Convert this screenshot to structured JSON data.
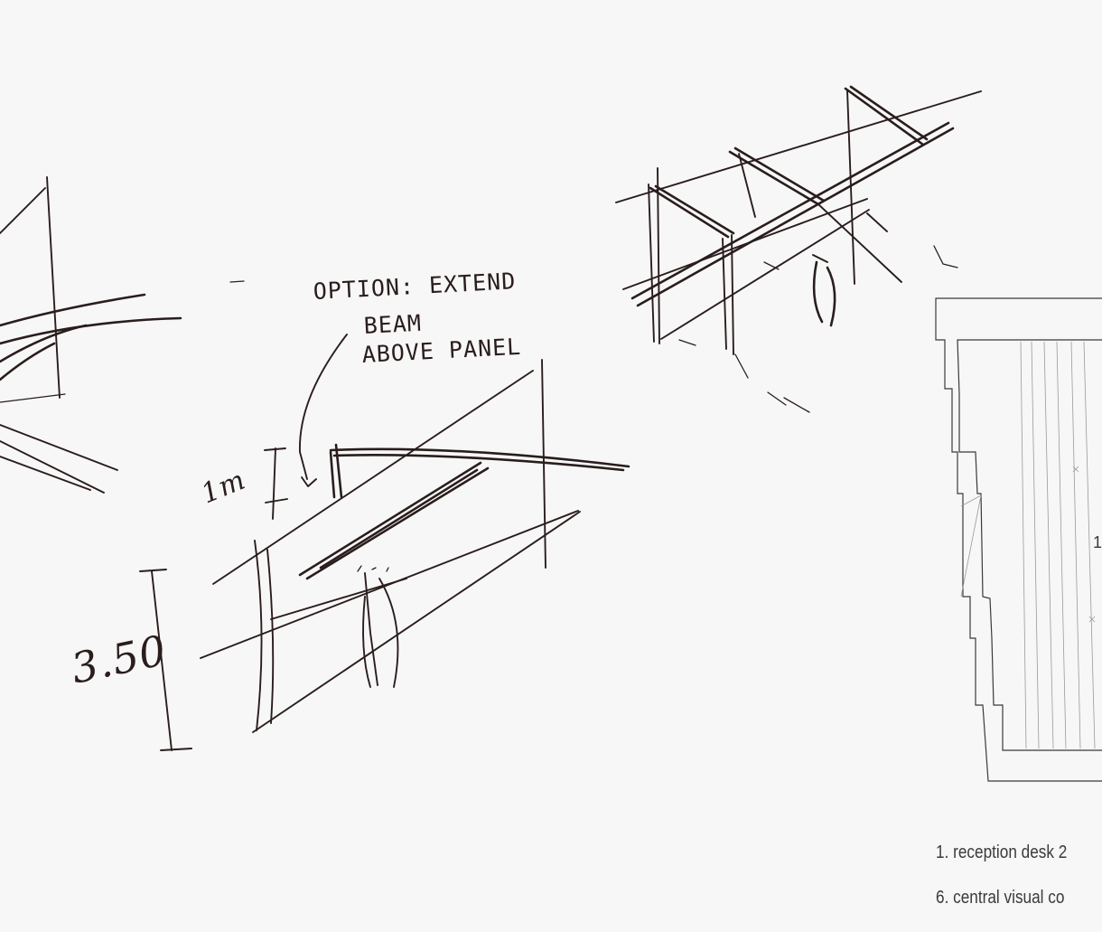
{
  "sketch": {
    "annotation": {
      "line1": "OPTION: EXTEND",
      "line2": "BEAM",
      "line3": "ABOVE PANEL"
    },
    "dimension_1m": "1m",
    "dimension_height": "3.50"
  },
  "plan": {
    "room_label": "1",
    "legend": {
      "item1": "1. reception desk  2",
      "item6": "6. central visual co"
    }
  },
  "colors": {
    "paper": "#f7f7f8",
    "ink": "#2a1d1c",
    "print": "#3a3a3a"
  }
}
